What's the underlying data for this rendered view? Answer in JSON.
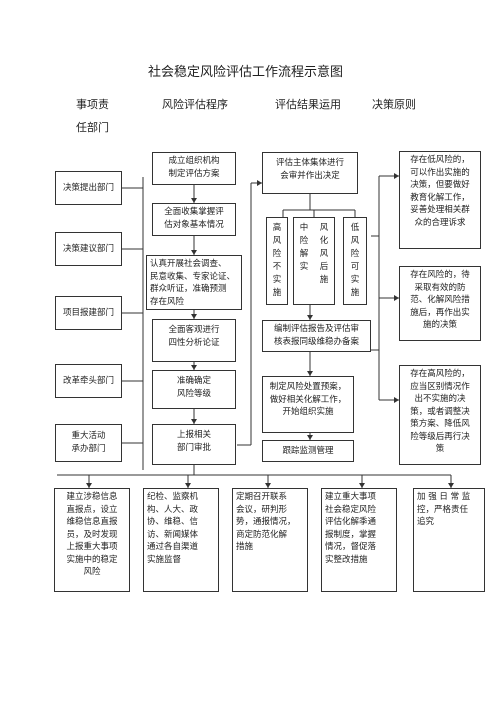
{
  "title": "社会稳定风险评估工作流程示意图",
  "headers": {
    "c1_line1": "事项责",
    "c1_line2": "任部门",
    "c2": "风险评估程序",
    "c3": "评估结果运用",
    "c4": "决策原则"
  },
  "dept_boxes": [
    {
      "lines": [
        "决策提出部门"
      ]
    },
    {
      "lines": [
        "决策建议部门"
      ]
    },
    {
      "lines": [
        "项目报建部门"
      ]
    },
    {
      "lines": [
        "改革牵头部门"
      ]
    },
    {
      "lines": [
        "重大活动",
        "承办部门"
      ]
    }
  ],
  "procedure_boxes": [
    {
      "lines": [
        "成立组织机构",
        "制定评估方案"
      ]
    },
    {
      "lines": [
        "全面收集掌握评",
        "估对象基本情况"
      ]
    },
    {
      "lines": [
        "认真开展社会调查、",
        "民意收集、专家论证、",
        "群众听证，准确预测",
        "存在风险"
      ]
    },
    {
      "lines": [
        "全面客观进行",
        "四性分析论证"
      ]
    },
    {
      "lines": [
        "准确确定",
        "风险等级"
      ]
    },
    {
      "lines": [
        "上报相关",
        "部门审批"
      ]
    }
  ],
  "result_boxes": {
    "review": {
      "lines": [
        "评估主体集体进行",
        "会审并作出决定"
      ]
    },
    "options": [
      {
        "lines": [
          "高",
          "风",
          "险",
          "不",
          "实",
          "施"
        ]
      },
      {
        "lines": [
          "中",
          "风",
          "险",
          "化",
          "解",
          "风",
          "实",
          "后",
          "施"
        ]
      },
      {
        "lines": [
          "低",
          "风",
          "险",
          "可",
          "实",
          "施"
        ]
      }
    ],
    "report": {
      "lines": [
        "编制评估报告及评估审",
        "核表报同级维稳办备案"
      ]
    },
    "plan": {
      "lines": [
        "制定风险处置预案，",
        "做好相关化解工作，",
        "开始组织实施"
      ]
    },
    "monitor": {
      "lines": [
        "跟踪监测管理"
      ]
    }
  },
  "principle_boxes": [
    {
      "lines": [
        "存在低风险的，",
        "可以作出实施的",
        "决策，但要做好",
        "教育化解工作，",
        "妥善处理相关群",
        "众的合理诉求"
      ]
    },
    {
      "lines": [
        "存在风险的，待",
        "采取有效的防",
        "范、化解风险措",
        "施后，再作出实",
        "施的决策"
      ]
    },
    {
      "lines": [
        "存在高风险的，",
        "应当区别情况作",
        "出不实施的决",
        "策，或者调整决",
        "策方案、降低风",
        "险等级后再行决",
        "策"
      ]
    }
  ],
  "bottom_boxes": [
    {
      "lines": [
        "建立涉稳信息",
        "直报点，设立",
        "维稳信息直报",
        "员，及时发现",
        "上报重大事项",
        "实施中的稳定",
        "风险"
      ]
    },
    {
      "lines": [
        "纪检、监察机",
        "构、人大、政",
        "协、维稳、信",
        "访、新闻媒体",
        "通过各自渠道",
        "实施监督"
      ]
    },
    {
      "lines": [
        "定期召开联系",
        "会议，研判形",
        "势，通报情况，",
        "商定防范化解",
        "措施"
      ]
    },
    {
      "lines": [
        "建立重大事项",
        "社会稳定风险",
        "评估化解季通",
        "报制度，掌握",
        "情况，督促落",
        "实整改措施"
      ]
    },
    {
      "lines": [
        "加 强 日 常 监",
        "控，严格责任",
        "追究"
      ]
    }
  ]
}
